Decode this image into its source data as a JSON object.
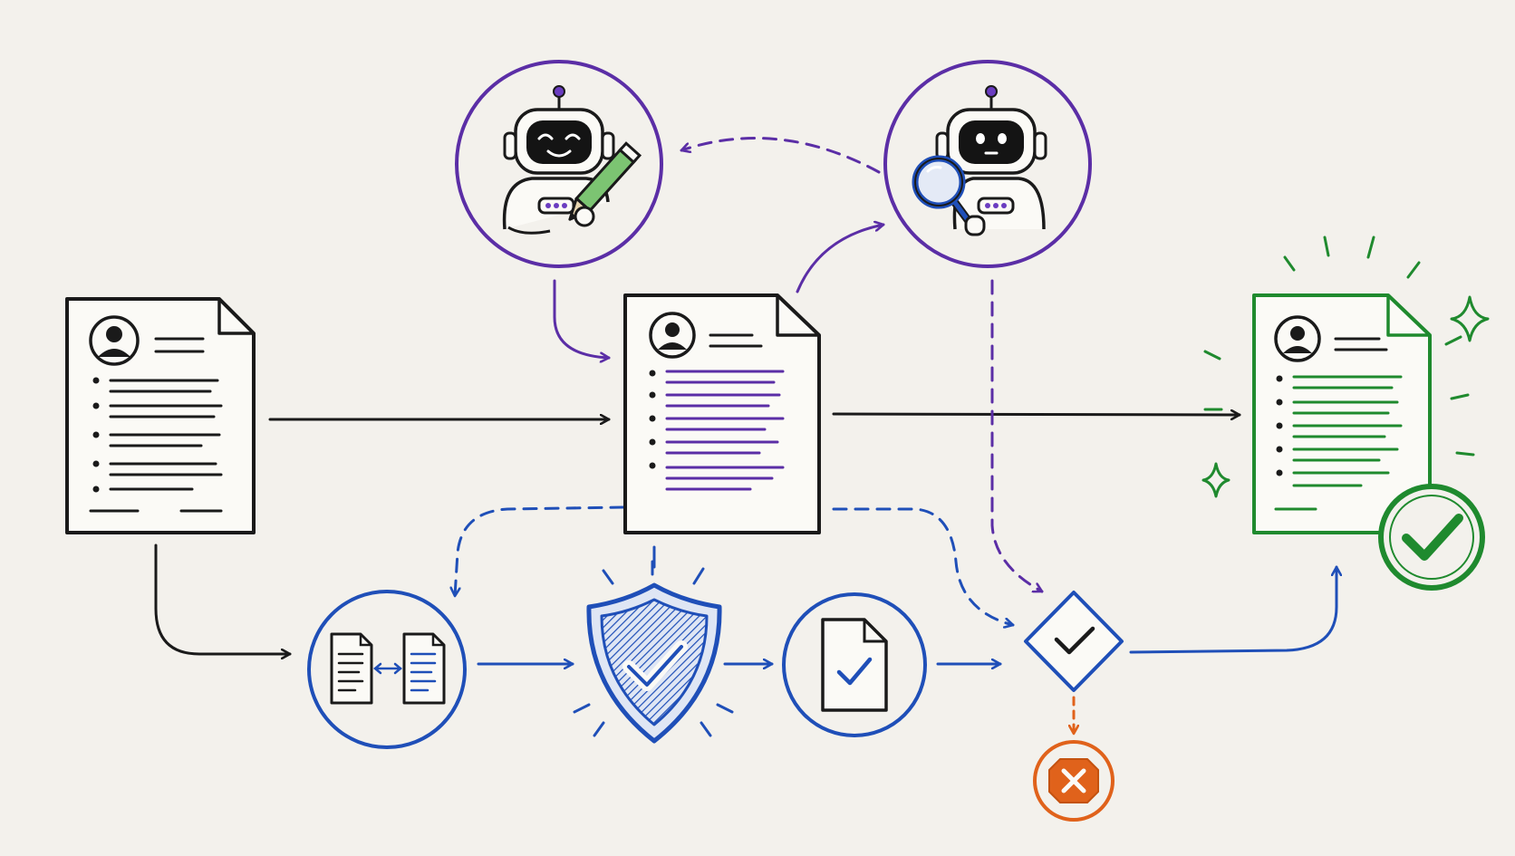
{
  "diagram": {
    "style": "hand-drawn sketch flowchart",
    "colors": {
      "background": "#f3f1ec",
      "ink": "#1a1a1a",
      "agent": "#5b2ea6",
      "verification": "#1f4fb8",
      "approved": "#1f8a2e",
      "rejected": "#e0621b"
    },
    "nodes": [
      {
        "id": "original-resume",
        "kind": "document",
        "icon": "resume-document-icon"
      },
      {
        "id": "writer-agent",
        "kind": "robot-agent",
        "icon": "robot-writing-pencil-icon"
      },
      {
        "id": "reviewer-agent",
        "kind": "robot-agent",
        "icon": "robot-magnifying-glass-icon"
      },
      {
        "id": "rewritten-resume",
        "kind": "document",
        "icon": "resume-document-icon"
      },
      {
        "id": "final-resume",
        "kind": "document",
        "icon": "resume-document-icon",
        "status": "approved"
      },
      {
        "id": "compare-step",
        "kind": "process",
        "icon": "compare-documents-icon"
      },
      {
        "id": "safety-check",
        "kind": "process",
        "icon": "shield-check-icon"
      },
      {
        "id": "verified-doc",
        "kind": "process",
        "icon": "document-check-icon"
      },
      {
        "id": "decision-gate",
        "kind": "decision",
        "icon": "diamond-check-icon"
      },
      {
        "id": "rejected-end",
        "kind": "terminal",
        "icon": "rejected-x-icon"
      }
    ],
    "edges": [
      {
        "from": "original-resume",
        "to": "rewritten-resume",
        "style": "solid",
        "color": "ink"
      },
      {
        "from": "writer-agent",
        "to": "rewritten-resume",
        "style": "solid",
        "color": "agent"
      },
      {
        "from": "rewritten-resume",
        "to": "reviewer-agent",
        "style": "solid",
        "color": "agent"
      },
      {
        "from": "reviewer-agent",
        "to": "writer-agent",
        "style": "dashed",
        "color": "agent"
      },
      {
        "from": "reviewer-agent",
        "to": "decision-gate",
        "style": "dashed",
        "color": "agent"
      },
      {
        "from": "rewritten-resume",
        "to": "final-resume",
        "style": "solid",
        "color": "ink"
      },
      {
        "from": "original-resume",
        "to": "compare-step",
        "style": "solid",
        "color": "ink"
      },
      {
        "from": "rewritten-resume",
        "to": "compare-step",
        "style": "dashed",
        "color": "verification"
      },
      {
        "from": "rewritten-resume",
        "to": "decision-gate",
        "style": "dashed",
        "color": "verification"
      },
      {
        "from": "compare-step",
        "to": "safety-check",
        "style": "solid",
        "color": "verification"
      },
      {
        "from": "safety-check",
        "to": "verified-doc",
        "style": "solid",
        "color": "verification"
      },
      {
        "from": "verified-doc",
        "to": "decision-gate",
        "style": "solid",
        "color": "verification"
      },
      {
        "from": "decision-gate",
        "to": "final-resume",
        "style": "solid",
        "color": "verification"
      },
      {
        "from": "decision-gate",
        "to": "rejected-end",
        "style": "dashed",
        "color": "rejected"
      }
    ]
  }
}
